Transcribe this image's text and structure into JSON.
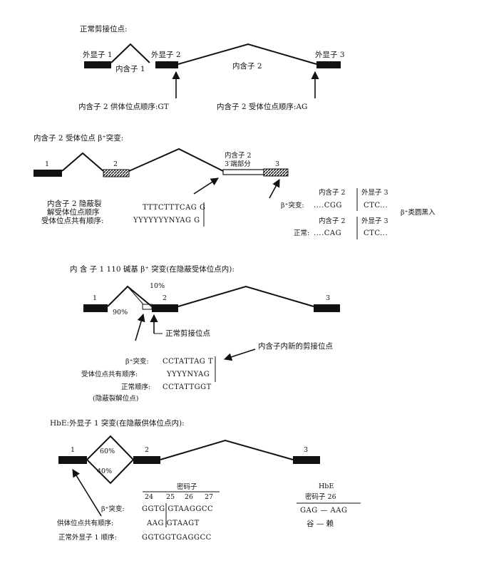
{
  "s1": {
    "title": "正常剪接位点:",
    "exon1": "外显子 1",
    "exon2": "外显子 2",
    "exon3": "外显子 3",
    "intron1": "内含子 1",
    "intron2": "内含子 2",
    "donor_label": "内含子 2 供体位点顺序:GT",
    "acceptor_label": "内含子 2 受体位点顺序:AG"
  },
  "s2": {
    "title": "内含子 2 受体位点 β⁺突变:",
    "ex1": "1",
    "ex2": "2",
    "ex3": "3",
    "intron2_l1": "内含子 2",
    "intron2_l2": "3′端部分",
    "cryptic_l1": "内含子 2 隐蔽裂",
    "cryptic_l2": "解受体位点顺序",
    "cryptic_l3": "受体位点共有顺序:",
    "seq1": "TTTCTTTCAG G",
    "seq2": "YYYYYYYNYAG G",
    "mut_h1": "内含子 2",
    "mut_h2": "外显子 3",
    "mut_label": "β⁺突变:",
    "mut_s1": "....CGG",
    "mut_s2": "CTC...",
    "norm_h1": "内含子 2",
    "norm_h2": "外显子 3",
    "norm_label": "正常:",
    "norm_s1": "....CAG",
    "norm_s2": "CTC...",
    "side": "β⁺类圆黑入"
  },
  "s3": {
    "title": "内 含 子 1 110 碱基 β⁺ 突变(在隐蔽受体位点内):",
    "ex1": "1",
    "ex2": "2",
    "ex3": "3",
    "pct10": "10%",
    "pct90": "90%",
    "normal_site": "正常剪接位点",
    "new_site": "内含子内新的剪接位点",
    "mut_label": "β⁺突变:",
    "mut_seq": "CCTATTAG T",
    "cons_label": "受体位点共有顺序:",
    "cons_seq": "YYYYNYAG",
    "norm_label": "正常顺序:",
    "norm_seq": "CCTATTGGT",
    "note": "(隐蔽裂解位点)"
  },
  "s4": {
    "title": "HbE:外显子 1 突变(在隐蔽供体位点内):",
    "ex1": "1",
    "ex2": "2",
    "ex3": "3",
    "pct60": "60%",
    "pct40": "40%",
    "codon": "密码子",
    "c24": "24",
    "c25": "25",
    "c26": "26",
    "c27": "27",
    "mut_label": "β⁺突变:",
    "mut_seq": "GGTG GTAAGGCC",
    "cons_label": "供体位点共有顺序:",
    "cons_seq": "AAG GTAAGT",
    "norm_label": "正常外显子 1 顺序:",
    "norm_seq": "GGTGGTGAGGCC",
    "hbe": "HbE",
    "hbe_codon": "密码子 26",
    "hbe_change": "GAG — AAG",
    "hbe_aa": "谷 — 赖"
  }
}
